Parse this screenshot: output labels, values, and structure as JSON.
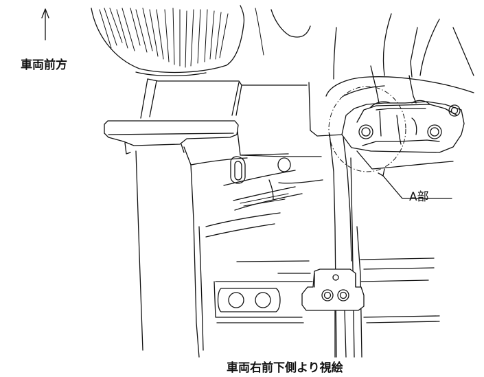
{
  "labels": {
    "direction": "車両前方",
    "callout": "A部",
    "caption": "車両右前下側より視絵"
  },
  "colors": {
    "line": "#111111",
    "background": "#ffffff"
  },
  "icons": {
    "direction_arrow": "arrow-up-icon",
    "callout_arrow": "arrow-icon"
  }
}
